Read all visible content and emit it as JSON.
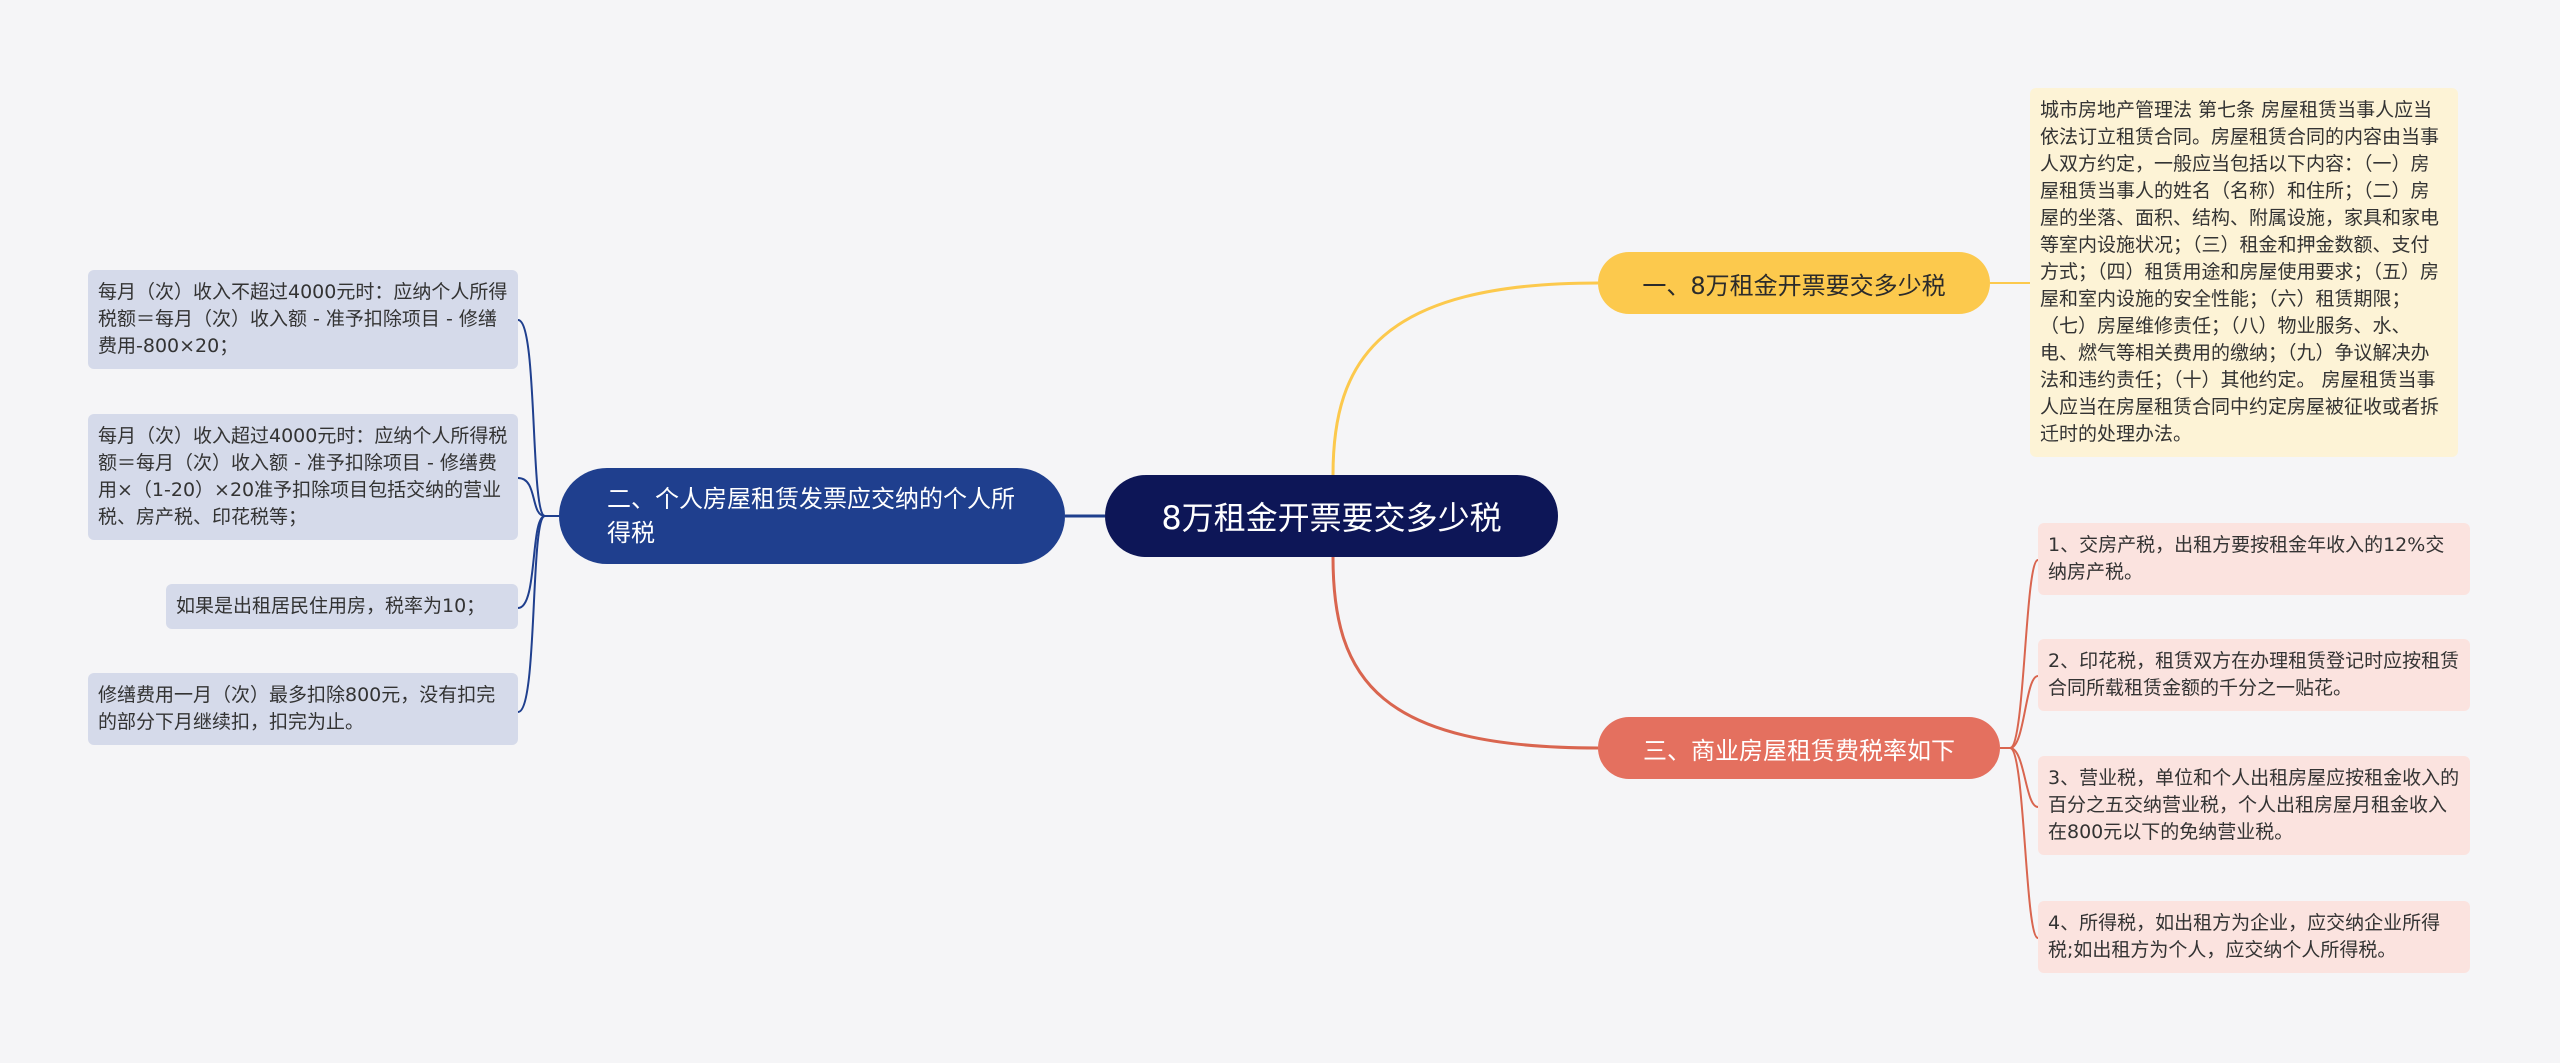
{
  "root": {
    "label": "8万租金开票要交多少税"
  },
  "branches": {
    "b1": {
      "label": "一、8万租金开票要交多少税",
      "items": [
        "城市房地产管理法 第七条 房屋租赁当事人应当依法订立租赁合同。房屋租赁合同的内容由当事人双方约定，一般应当包括以下内容：（一）房屋租赁当事人的姓名（名称）和住所；（二）房屋的坐落、面积、结构、附属设施，家具和家电等室内设施状况；（三）租金和押金数额、支付方式；（四）租赁用途和房屋使用要求；（五）房屋和室内设施的安全性能；（六）租赁期限；（七）房屋维修责任；（八）物业服务、水、电、燃气等相关费用的缴纳；（九）争议解决办法和违约责任；（十）其他约定。 房屋租赁当事人应当在房屋租赁合同中约定房屋被征收或者拆迁时的处理办法。"
      ]
    },
    "b2": {
      "label": "二、个人房屋租赁发票应交纳的个人所得税",
      "items": [
        "每月（次）收入不超过4000元时：应纳个人所得税额＝每月（次）收入额 - 准予扣除项目 - 修缮费用-800×20；",
        "每月（次）收入超过4000元时：应纳个人所得税额＝每月（次）收入额 - 准予扣除项目 - 修缮费用×（1-20）×20准予扣除项目包括交纳的营业税、房产税、印花税等；",
        "如果是出租居民住用房，税率为10；",
        "修缮费用一月（次）最多扣除800元，没有扣完的部分下月继续扣，扣完为止。"
      ]
    },
    "b3": {
      "label": "三、商业房屋租赁费税率如下",
      "items": [
        "1、交房产税，出租方要按租金年收入的12%交纳房产税。",
        "2、印花税，租赁双方在办理租赁登记时应按租赁合同所载租赁金额的千分之一贴花。",
        "3、营业税，单位和个人出租房屋应按租金收入的百分之五交纳营业税，个人出租房屋月租金收入在800元以下的免纳营业税。",
        "4、所得税，如出租方为企业，应交纳企业所得税;如出租方为个人，应交纳个人所得税。"
      ]
    }
  },
  "colors": {
    "root": "#0d1657",
    "branch1": "#fcc94d",
    "branch2": "#1f3f8e",
    "branch3": "#e4705f"
  }
}
